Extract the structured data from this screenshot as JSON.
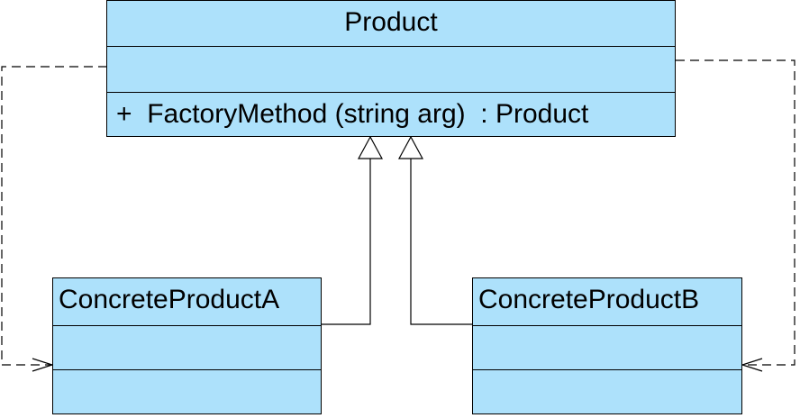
{
  "classes": {
    "product": {
      "name": "Product",
      "operation": "+  FactoryMethod (string arg)  : Product"
    },
    "concrete_a": {
      "name": "ConcreteProductA"
    },
    "concrete_b": {
      "name": "ConcreteProductB"
    }
  },
  "colors": {
    "class_fill": "#ade1fb",
    "line": "#000000"
  }
}
